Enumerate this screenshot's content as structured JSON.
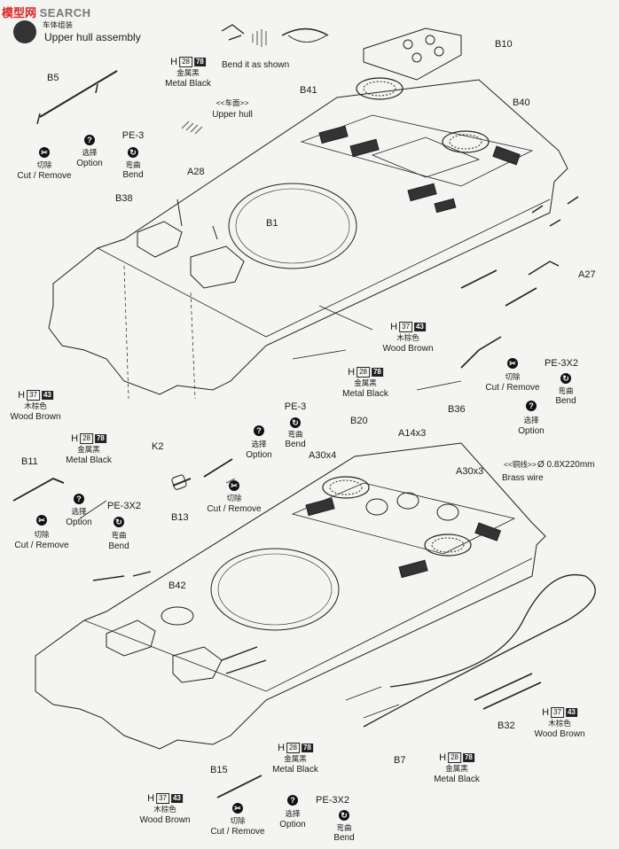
{
  "header": {
    "logo_cn": "模型网",
    "logo_en": "SEARCH",
    "section_cn": "车体组装",
    "section_en": "Upper hull assembly"
  },
  "notes": {
    "bend_shown": "Bend it as shown",
    "upper_hull_cn": "<<车面>>",
    "upper_hull_en": "Upper hull",
    "brass_cn": "<<铜线>>",
    "brass_spec": "Ø 0.8X220mm",
    "brass_en": "Brass wire"
  },
  "parts": {
    "B5": "B5",
    "B10": "B10",
    "B41": "B41",
    "B40": "B40",
    "PE3a": "PE-3",
    "PE3b": "PE-3",
    "A28": "A28",
    "B38": "B38",
    "B1": "B1",
    "A27": "A27",
    "B36": "B36",
    "PE3X2a": "PE-3X2",
    "PE3X2b": "PE-3X2",
    "PE3X2c": "PE-3X2",
    "K2": "K2",
    "B11": "B11",
    "B13": "B13",
    "B20": "B20",
    "A14x3": "A14x3",
    "A30x4": "A30x4",
    "A30x3": "A30x3",
    "B42": "B42",
    "B32": "B32",
    "B7": "B7",
    "B15": "B15"
  },
  "icons": {
    "cut_cn": "切除",
    "cut_en": "Cut / Remove",
    "opt_cn": "选择",
    "opt_en": "Option",
    "bend_cn": "弯曲",
    "bend_en": "Bend"
  },
  "paints": {
    "metal_black": {
      "h": "H",
      "num": "28",
      "code": "78",
      "cn": "金属黑",
      "en": "Metal Black"
    },
    "wood_brown": {
      "h": "H",
      "num": "37",
      "code": "43",
      "cn": "木棕色",
      "en": "Wood Brown"
    }
  },
  "colors": {
    "logo_red": "#d22222",
    "ink": "#1a1a1a"
  }
}
